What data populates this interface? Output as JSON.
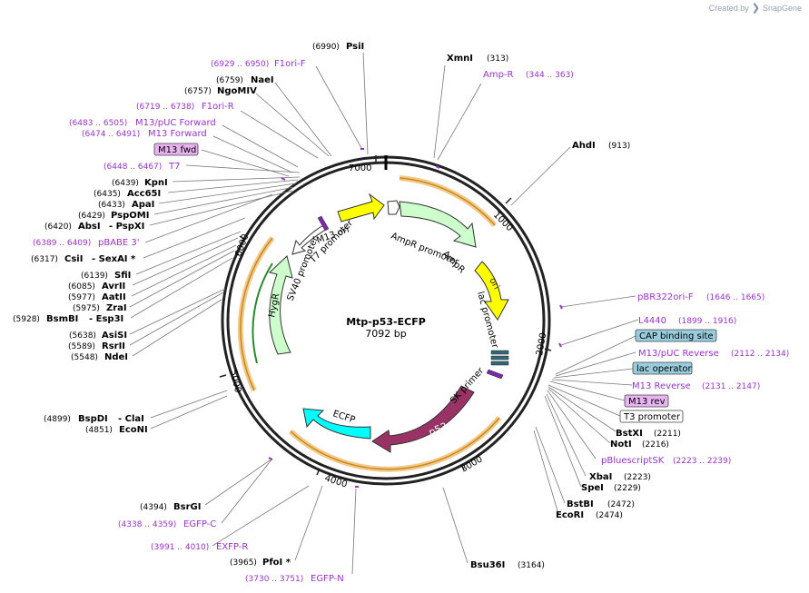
{
  "header": {
    "created_by": "Created by",
    "brand": "SnapGene",
    "logo_icon": "snapgene-logo-icon"
  },
  "plasmid": {
    "name": "Mtp-p53-ECFP",
    "size_label": "7092 bp"
  },
  "ticks": [
    "1000",
    "2000",
    "3000",
    "4000",
    "5000",
    "6000",
    "7000"
  ],
  "features": {
    "m13_ori": "M13 ori",
    "ampr_promoter": "AmpR promoter",
    "ampr": "AmpR",
    "ori": "ori",
    "lac_promoter": "lac promoter",
    "sk_primer": "SK primer",
    "p53": "p53",
    "ecfp": "ECFP",
    "hygr": "HygR",
    "sv40_promoter": "SV40 promoter",
    "t7_promoter": "T7 promoter"
  },
  "labels": {
    "psi": {
      "pos": "(6990)",
      "name": "PsiI"
    },
    "xmn": {
      "name": "XmnI",
      "pos": "(313)"
    },
    "ampr_primer": {
      "name": "Amp-R",
      "range": "(344 .. 363)"
    },
    "ahd": {
      "name": "AhdI",
      "pos": "(913)"
    },
    "f1ori_f": {
      "range": "(6929 .. 6950)",
      "name": "F1ori-F"
    },
    "nae": {
      "pos": "(6759)",
      "name": "NaeI"
    },
    "ngomiv": {
      "pos": "(6757)",
      "name": "NgoMIV"
    },
    "f1ori_r": {
      "range": "(6719 .. 6738)",
      "name": "F1ori-R"
    },
    "m13puc_fwd": {
      "range": "(6483 .. 6505)",
      "name": "M13/pUC Forward"
    },
    "m13_forward": {
      "range": "(6474 .. 6491)",
      "name": "M13 Forward"
    },
    "m13_fwd_box": "M13 fwd",
    "t7": {
      "range": "(6448 .. 6467)",
      "name": "T7"
    },
    "kpn": {
      "pos": "(6439)",
      "name": "KpnI"
    },
    "acc65": {
      "pos": "(6435)",
      "name": "Acc65I"
    },
    "apa": {
      "pos": "(6433)",
      "name": "ApaI"
    },
    "pspomi": {
      "pos": "(6429)",
      "name": "PspOMI"
    },
    "abs": {
      "pos": "(6420)",
      "name": "AbsI",
      "extra": "- PspXI"
    },
    "pbabe3": {
      "range": "(6389 .. 6409)",
      "name": "pBABE 3'"
    },
    "csi": {
      "pos": "(6317)",
      "name": "CsiI",
      "extra": "- SexAI *"
    },
    "sfi": {
      "pos": "(6139)",
      "name": "SfiI"
    },
    "avrii": {
      "pos": "(6085)",
      "name": "AvrII"
    },
    "aatii": {
      "pos": "(5977)",
      "name": "AatII"
    },
    "zrai": {
      "pos": "(5975)",
      "name": "ZraI"
    },
    "bsmbi": {
      "pos": "(5928)",
      "name": "BsmBI",
      "extra": "- Esp3I"
    },
    "asisi": {
      "pos": "(5638)",
      "name": "AsiSI"
    },
    "rsrii": {
      "pos": "(5589)",
      "name": "RsrII"
    },
    "ndei": {
      "pos": "(5548)",
      "name": "NdeI"
    },
    "bspdi": {
      "pos": "(4899)",
      "name": "BspDI",
      "extra": "- ClaI"
    },
    "econi": {
      "pos": "(4851)",
      "name": "EcoNI"
    },
    "bsrgi": {
      "pos": "(4394)",
      "name": "BsrGI"
    },
    "egfp_c": {
      "range": "(4338 .. 4359)",
      "name": "EGFP-C"
    },
    "exfp_r": {
      "range": "(3991 .. 4010)",
      "name": "EXFP-R"
    },
    "pfoi": {
      "pos": "(3965)",
      "name": "PfoI *"
    },
    "egfp_n": {
      "range": "(3730 .. 3751)",
      "name": "EGFP-N"
    },
    "bsu36i": {
      "name": "Bsu36I",
      "pos": "(3164)"
    },
    "pbr322": {
      "name": "pBR322ori-F",
      "range": "(1646 .. 1665)"
    },
    "l4440": {
      "name": "L4440",
      "range": "(1899 .. 1916)"
    },
    "cap_box": "CAP binding site",
    "m13puc_rev": {
      "name": "M13/pUC Reverse",
      "range": "(2112 .. 2134)"
    },
    "lacop_box": "lac operator",
    "m13_reverse": {
      "name": "M13 Reverse",
      "range": "(2131 .. 2147)"
    },
    "m13rev_box": "M13 rev",
    "t3_box": "T3 promoter",
    "bstxi": {
      "name": "BstXI",
      "pos": "(2211)"
    },
    "noti": {
      "name": "NotI",
      "pos": "(2216)"
    },
    "pbluescript": {
      "name": "pBluescriptSK",
      "range": "(2223 .. 2239)"
    },
    "xbai": {
      "name": "XbaI",
      "pos": "(2223)"
    },
    "spei": {
      "name": "SpeI",
      "pos": "(2229)"
    },
    "bstbi": {
      "name": "BstBI",
      "pos": "(2472)"
    },
    "ecori": {
      "name": "EcoRI",
      "pos": "(2474)"
    }
  },
  "colors": {
    "enzyme": "#000000",
    "primer": "#9933cc",
    "ampr": "#ccffcc",
    "ori": "#ffff00",
    "p53": "#993366",
    "ecfp": "#00ffff",
    "hygr": "#ccffcc",
    "orf": "#f5a623",
    "cap": "#99ccdd",
    "lacop": "#99ccdd",
    "m13rev": "#e8b4f0"
  }
}
